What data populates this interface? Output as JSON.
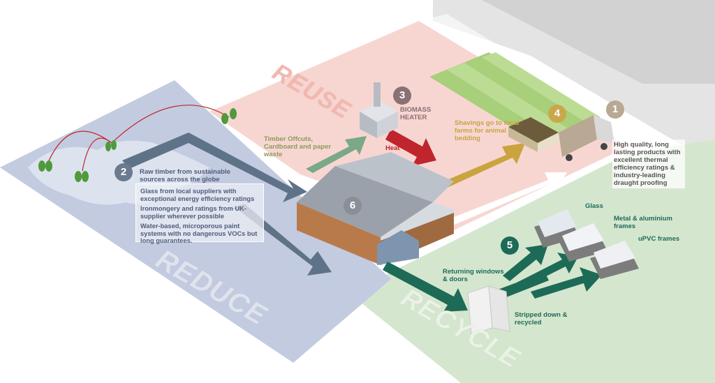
{
  "colors": {
    "reduce_zone": "#c3cbe0",
    "reuse_zone": "#f7d6d2",
    "recycle_zone": "#d5e6cf",
    "road": "#d6d6d6",
    "badge_grey": "#6b7b8f",
    "badge_reuse": "#8a6f73",
    "badge_gold": "#c9a84c",
    "badge_tan": "#b9a894",
    "badge_green": "#1d6b57",
    "arrow_slate": "#5f7388",
    "arrow_green_light": "#7aa889",
    "arrow_red": "#c0242c",
    "arrow_gold": "#c9a43f",
    "arrow_white": "#ffffff",
    "arrow_dark_green": "#1d6b57",
    "reduce_text": "#4e5c7a",
    "reuse_text": "#8e9a5a",
    "recycle_text": "#1d6b57"
  },
  "zones": {
    "reduce": "REDUCE",
    "reuse": "REUSE",
    "recycle": "RECYCLE"
  },
  "badges": [
    "1",
    "2",
    "3",
    "4",
    "5",
    "6"
  ],
  "reduce": {
    "raw_timber": "Raw timber from sustainable sources across the globe",
    "details": [
      "Glass from local suppliers with exceptional energy efficiency ratings",
      "Ironmongery and ratings from UK-supplier wherever possible",
      "Water-based, microporous paint systems with no dangerous VOCs but long guarantees."
    ]
  },
  "reuse": {
    "biomass": "BIOMASS HEATER",
    "heat": "Heat",
    "offcuts": "Timber Offcuts, Cardboard and paper waste",
    "shavings": "Shavings go to local farms for animal bedding"
  },
  "delivery": {
    "quality": "High quality, long lasting products with excellent thermal efficiency ratings & industry-leading draught proofing"
  },
  "recycle": {
    "returning": "Returning windows & doors",
    "stripped": "Stripped down & recycled",
    "glass": "Glass",
    "metal": "Metal & aluminium frames",
    "upvc": "uPVC frames"
  },
  "icons": {
    "trees": "tree-icon",
    "heater": "biomass-heater-icon",
    "truck": "delivery-truck-icon",
    "factory": "factory-icon",
    "barn": "barn-icon",
    "skips": "skip-icon",
    "window": "window-frame-icon"
  }
}
